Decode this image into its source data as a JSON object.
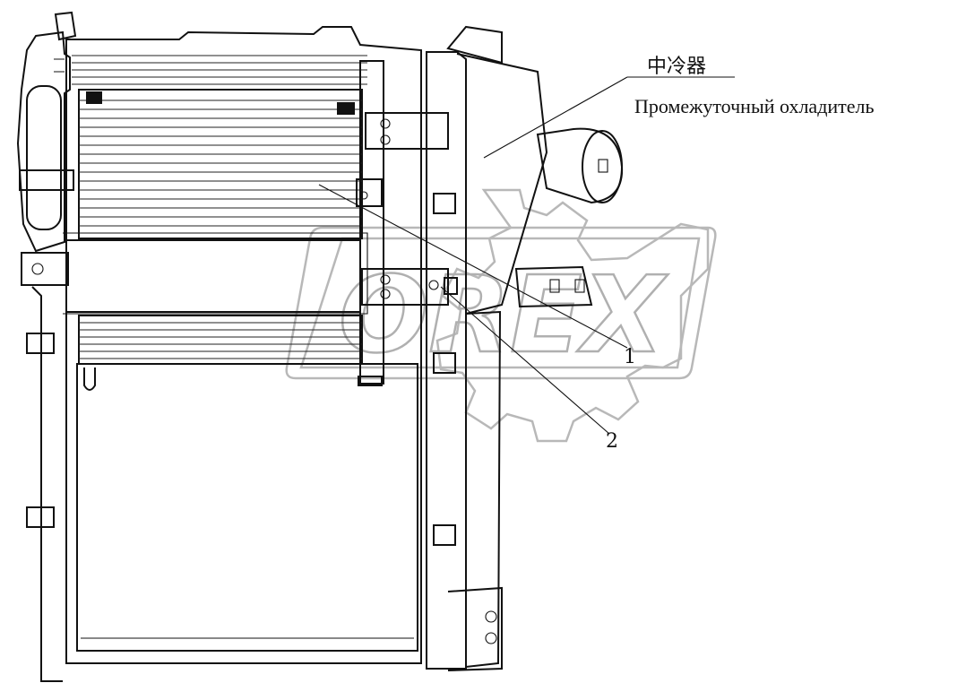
{
  "labels": {
    "intercooler_cn": "中冷器",
    "intercooler_ru": "Промежуточный охладитель",
    "callout_1": "1",
    "callout_2": "2"
  },
  "watermark": {
    "text": "OREX",
    "color": "#b8b8b8"
  },
  "colors": {
    "ink": "#111111",
    "background": "#ffffff"
  }
}
